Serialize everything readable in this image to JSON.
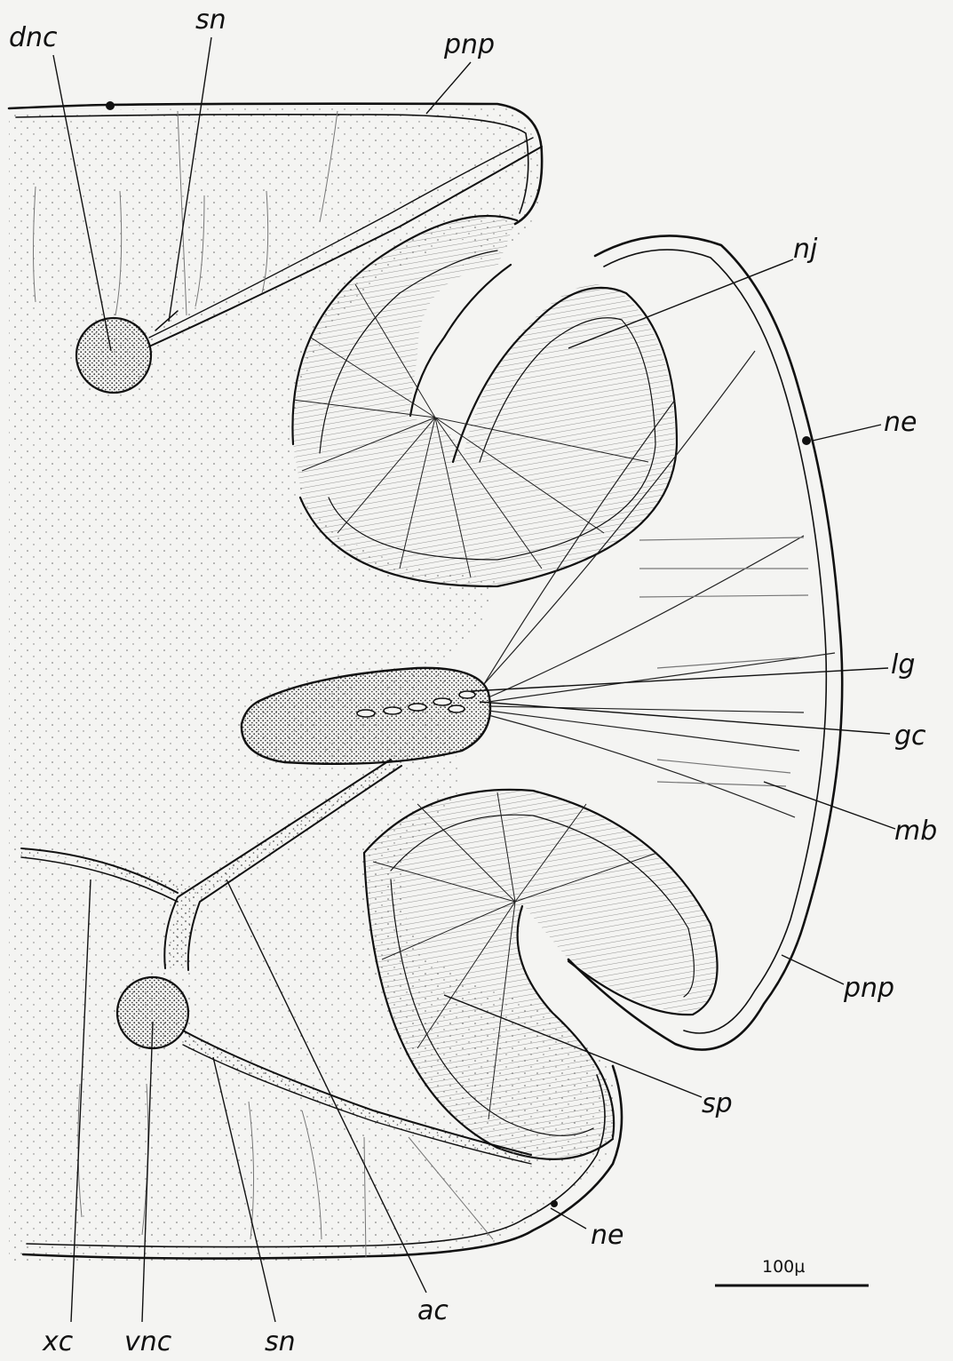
{
  "labels": {
    "dnc": "dnc",
    "sn_top": "sn",
    "pnp_top": "pnp",
    "nj": "nj",
    "ne_right": "ne",
    "lg": "lg",
    "gc": "gc",
    "mb": "mb",
    "pnp_right": "pnp",
    "sp": "sp",
    "ne_bottom": "ne",
    "xc": "xc",
    "vnc": "vnc",
    "sn_bottom": "sn",
    "ac": "ac"
  },
  "scale_bar": {
    "label": "100µ"
  },
  "colors": {
    "ink": "#111111",
    "paper": "#f4f4f2",
    "stipple": "#555555"
  }
}
